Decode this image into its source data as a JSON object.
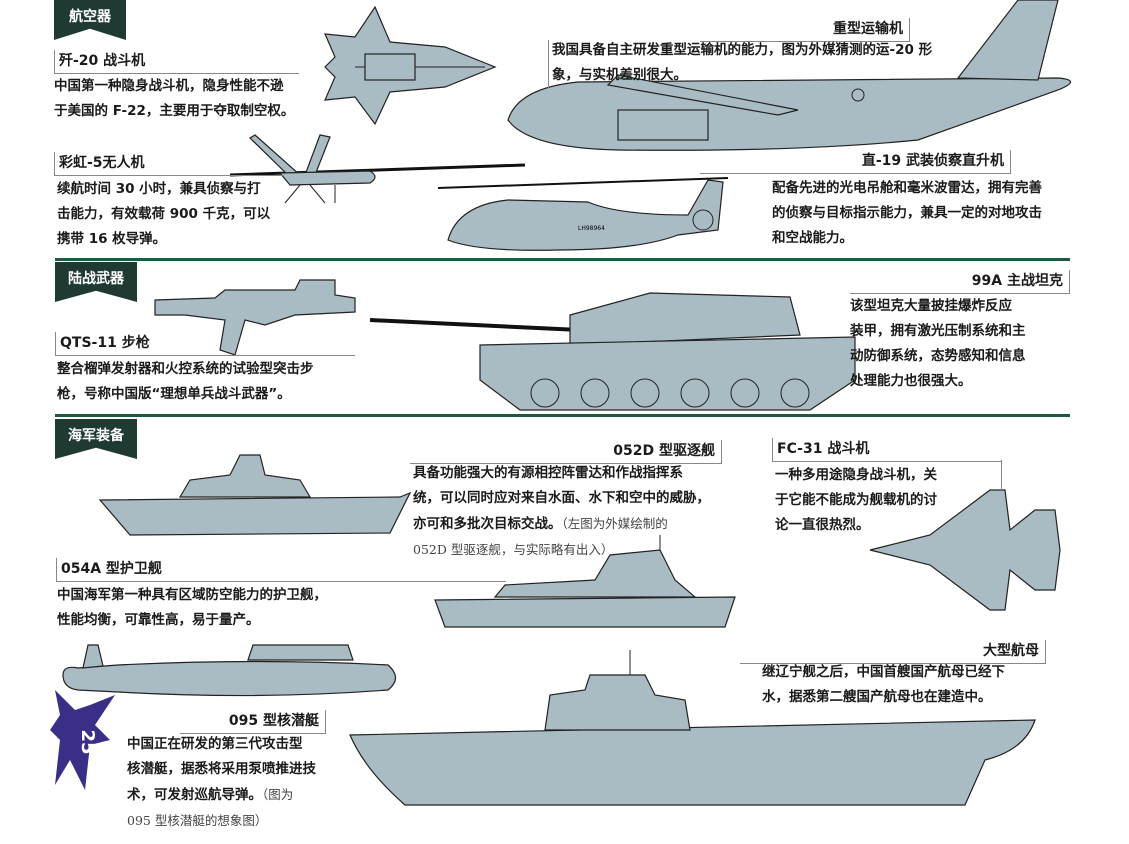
{
  "sections": {
    "aircraft": "航空器",
    "ground": "陆战武器",
    "navy": "海军装备"
  },
  "items": {
    "j20": {
      "title": "歼-20 战斗机",
      "lines": [
        "中国第一种隐身战斗机，隐身性能不逊",
        "于美国的 F-22，主要用于夺取制空权。"
      ]
    },
    "transport": {
      "title": "重型运输机",
      "lines": [
        "我国具备自主研发重型运输机的能力，图为外媒猜测的运-20 形",
        "象，与实机差别很大。"
      ]
    },
    "ch5": {
      "title": "彩虹-5无人机",
      "lines": [
        "续航时间 30 小时，兼具侦察与打",
        "击能力，有效载荷 900 千克，可以",
        "携带 16 枚导弹。"
      ]
    },
    "z19": {
      "title": "直-19 武装侦察直升机",
      "lines": [
        "配备先进的光电吊舱和毫米波雷达，拥有完善",
        "的侦察与目标指示能力，兼具一定的对地攻击",
        "和空战能力。"
      ],
      "tail_code": "LH98964"
    },
    "qts11": {
      "title": "QTS-11 步枪",
      "lines": [
        "整合榴弹发射器和火控系统的试验型突击步",
        "枪，号称中国版“理想单兵战斗武器”。"
      ]
    },
    "tank99a": {
      "title": "99A 主战坦克",
      "lines": [
        "该型坦克大量披挂爆炸反应",
        "装甲，拥有激光压制系统和主",
        "动防御系统，态势感知和信息",
        "处理能力也很强大。"
      ]
    },
    "d052": {
      "title": "052D 型驱逐舰",
      "lines": [
        "具备功能强大的有源相控阵雷达和作战指挥系",
        "统，可以同时应对来自水面、水下和空中的威胁，",
        "亦可和多批次目标交战。"
      ],
      "note1": "（左图为外媒绘制的",
      "note2": "052D 型驱逐舰，与实际略有出入）"
    },
    "fc31": {
      "title": "FC-31 战斗机",
      "lines": [
        "一种多用途隐身战斗机，关",
        "于它能不能成为舰载机的讨",
        "论一直很热烈。"
      ]
    },
    "f054a": {
      "title": "054A 型护卫舰",
      "lines": [
        "中国海军第一种具有区域防空能力的护卫舰，",
        "性能均衡，可靠性高，易于量产。"
      ]
    },
    "sub095": {
      "title": "095 型核潜艇",
      "lines": [
        "中国正在研发的第三代攻击型",
        "核潜艇，据悉将采用泵喷推进技",
        "术，可发射巡航导弹。"
      ],
      "note1": "（图为",
      "note2": "095 型核潜艇的想象图）"
    },
    "carrier": {
      "title": "大型航母",
      "lines": [
        "继辽宁舰之后，中国首艘国产航母已经下",
        "水，据悉第二艘国产航母也在建造中。"
      ]
    }
  },
  "page_number": "25",
  "colors": {
    "tab": "#1e3a32",
    "divider": "#1e5a40",
    "hull": "#a9bcc3",
    "logo": "#3a2f86"
  }
}
